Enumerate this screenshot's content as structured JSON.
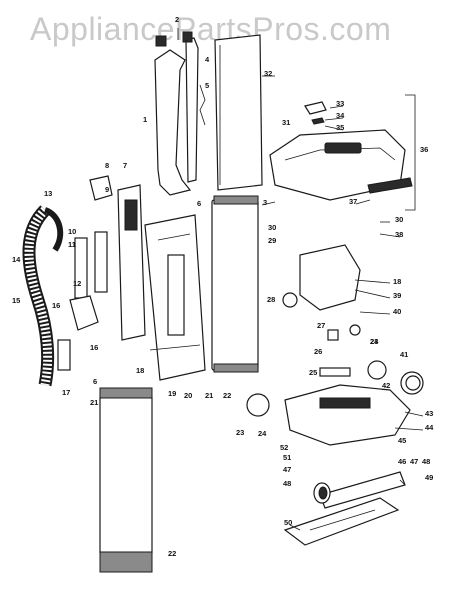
{
  "watermark": "AppliancePartsPros.com",
  "callouts": [
    {
      "id": "1",
      "text": "1"
    },
    {
      "id": "2",
      "text": "2"
    },
    {
      "id": "3",
      "text": "3"
    },
    {
      "id": "4",
      "text": "4"
    },
    {
      "id": "5",
      "text": "5"
    },
    {
      "id": "6a",
      "text": "6"
    },
    {
      "id": "6b",
      "text": "6"
    },
    {
      "id": "7",
      "text": "7"
    },
    {
      "id": "8",
      "text": "8"
    },
    {
      "id": "9",
      "text": "9"
    },
    {
      "id": "10",
      "text": "10"
    },
    {
      "id": "11",
      "text": "11"
    },
    {
      "id": "12",
      "text": "12"
    },
    {
      "id": "13",
      "text": "13"
    },
    {
      "id": "14",
      "text": "14"
    },
    {
      "id": "15",
      "text": "15"
    },
    {
      "id": "16a",
      "text": "16"
    },
    {
      "id": "16b",
      "text": "16"
    },
    {
      "id": "17",
      "text": "17"
    },
    {
      "id": "18a",
      "text": "18"
    },
    {
      "id": "18b",
      "text": "18"
    },
    {
      "id": "19",
      "text": "19"
    },
    {
      "id": "20",
      "text": "20"
    },
    {
      "id": "21a",
      "text": "21"
    },
    {
      "id": "21b",
      "text": "21"
    },
    {
      "id": "22a",
      "text": "22"
    },
    {
      "id": "22b",
      "text": "22"
    },
    {
      "id": "23a",
      "text": "23"
    },
    {
      "id": "23b",
      "text": "23"
    },
    {
      "id": "24a",
      "text": "24"
    },
    {
      "id": "24b",
      "text": "24"
    },
    {
      "id": "25",
      "text": "25"
    },
    {
      "id": "26",
      "text": "26"
    },
    {
      "id": "27",
      "text": "27"
    },
    {
      "id": "28",
      "text": "28"
    },
    {
      "id": "29",
      "text": "29"
    },
    {
      "id": "30a",
      "text": "30"
    },
    {
      "id": "30b",
      "text": "30"
    },
    {
      "id": "31",
      "text": "31"
    },
    {
      "id": "32",
      "text": "32"
    },
    {
      "id": "33",
      "text": "33"
    },
    {
      "id": "34",
      "text": "34"
    },
    {
      "id": "35",
      "text": "35"
    },
    {
      "id": "36",
      "text": "36"
    },
    {
      "id": "37",
      "text": "37"
    },
    {
      "id": "38",
      "text": "38"
    },
    {
      "id": "39",
      "text": "39"
    },
    {
      "id": "40",
      "text": "40"
    },
    {
      "id": "41",
      "text": "41"
    },
    {
      "id": "42",
      "text": "42"
    },
    {
      "id": "43",
      "text": "43"
    },
    {
      "id": "44",
      "text": "44"
    },
    {
      "id": "45",
      "text": "45"
    },
    {
      "id": "46",
      "text": "46"
    },
    {
      "id": "47a",
      "text": "47"
    },
    {
      "id": "47b",
      "text": "47"
    },
    {
      "id": "48a",
      "text": "48"
    },
    {
      "id": "48b",
      "text": "48"
    },
    {
      "id": "49",
      "text": "49"
    },
    {
      "id": "50",
      "text": "50"
    },
    {
      "id": "51",
      "text": "51"
    },
    {
      "id": "52",
      "text": "52"
    }
  ]
}
